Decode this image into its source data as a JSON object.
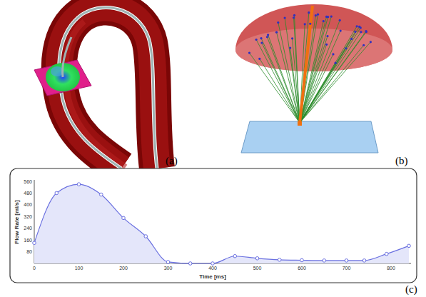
{
  "diagram": {
    "labels": [
      "(a)",
      "(b)",
      "Flow Rate [ml/s]",
      "560",
      "480",
      "400",
      "320",
      "240",
      "160",
      "80",
      "0",
      "100",
      "200",
      "300",
      "400",
      "500",
      "600",
      "700",
      "800",
      "Time [ms]",
      "(c)"
    ]
  }
}
